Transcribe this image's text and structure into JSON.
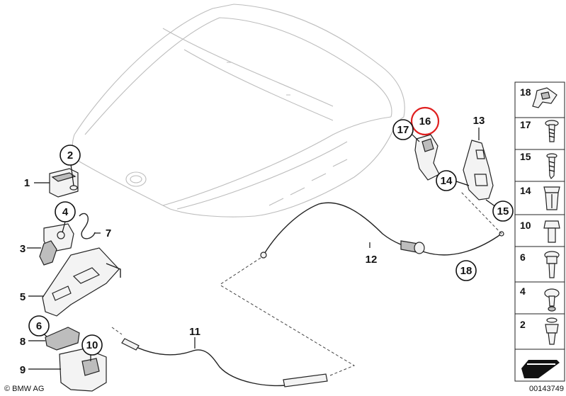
{
  "callouts": [
    {
      "id": "c1",
      "label": "1",
      "circled": false
    },
    {
      "id": "c2",
      "label": "2",
      "circled": true
    },
    {
      "id": "c3",
      "label": "3",
      "circled": false
    },
    {
      "id": "c4",
      "label": "4",
      "circled": true
    },
    {
      "id": "c5",
      "label": "5",
      "circled": false
    },
    {
      "id": "c6",
      "label": "6",
      "circled": true
    },
    {
      "id": "c7",
      "label": "7",
      "circled": false
    },
    {
      "id": "c8",
      "label": "8",
      "circled": false
    },
    {
      "id": "c9",
      "label": "9",
      "circled": false
    },
    {
      "id": "c10",
      "label": "10",
      "circled": true
    },
    {
      "id": "c11",
      "label": "11",
      "circled": false
    },
    {
      "id": "c12",
      "label": "12",
      "circled": false
    },
    {
      "id": "c13",
      "label": "13",
      "circled": false
    },
    {
      "id": "c14",
      "label": "14",
      "circled": true
    },
    {
      "id": "c15",
      "label": "15",
      "circled": true
    },
    {
      "id": "c16",
      "label": "16",
      "circled": true,
      "highlighted": true
    },
    {
      "id": "c17",
      "label": "17",
      "circled": true
    },
    {
      "id": "c18",
      "label": "18",
      "circled": true
    }
  ],
  "legend": {
    "items": [
      {
        "label": "18",
        "icon": "cable-clip-icon"
      },
      {
        "label": "17",
        "icon": "screw-washer-icon"
      },
      {
        "label": "15",
        "icon": "screw-icon"
      },
      {
        "label": "14",
        "icon": "expanding-nut-icon"
      },
      {
        "label": "10",
        "icon": "hex-bolt-icon"
      },
      {
        "label": "6",
        "icon": "collar-screw-icon"
      },
      {
        "label": "4",
        "icon": "flange-screw-icon"
      },
      {
        "label": "2",
        "icon": "expanding-rivet-icon"
      }
    ]
  },
  "footer": {
    "copyright": "© BMW AG",
    "diagram_number": "00143749"
  },
  "colors": {
    "highlight": "#e02020",
    "line": "#111111",
    "hood_outline": "#bdbdbd"
  }
}
